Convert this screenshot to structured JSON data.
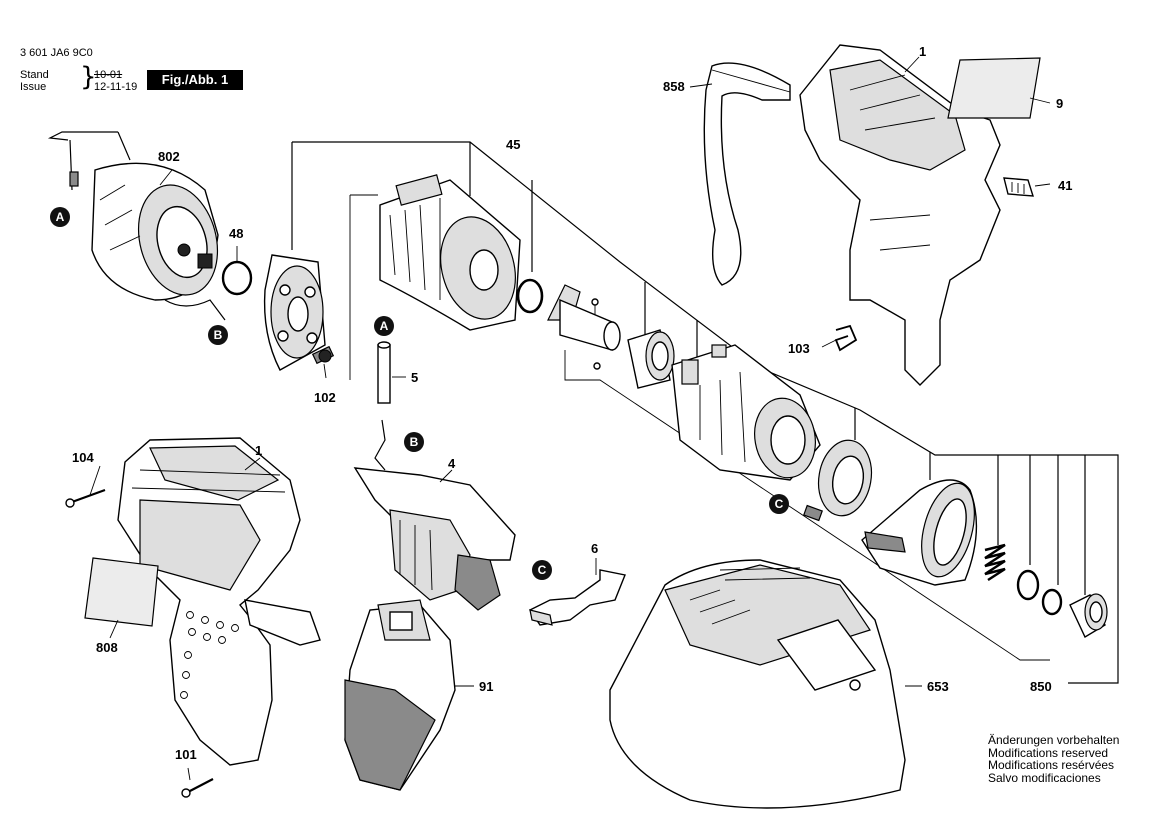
{
  "header": {
    "doc_number": "3 601 JA6 9C0",
    "stand_label": "Stand",
    "issue_label": "Issue",
    "stand_date": "10-01",
    "issue_date": "12-11-19",
    "figure": "Fig./Abb. 1"
  },
  "callouts": {
    "p1_top": "1",
    "p9": "9",
    "p41": "41",
    "p858": "858",
    "p103": "103",
    "p45": "45",
    "p802": "802",
    "p48": "48",
    "p102": "102",
    "p5": "5",
    "p104": "104",
    "p1_bottom": "1",
    "p4": "4",
    "p6": "6",
    "p808": "808",
    "p91": "91",
    "p101": "101",
    "p653": "653",
    "p850": "850"
  },
  "markers": {
    "a_motor": "A",
    "b_motor": "B",
    "a_pin": "A",
    "b_switch": "B",
    "c_switch": "C",
    "c_ring": "C"
  },
  "footer_notes": [
    "Änderungen vorbehalten",
    "Modifications reserved",
    "Modifications resérvées",
    "Salvo modificaciones"
  ]
}
